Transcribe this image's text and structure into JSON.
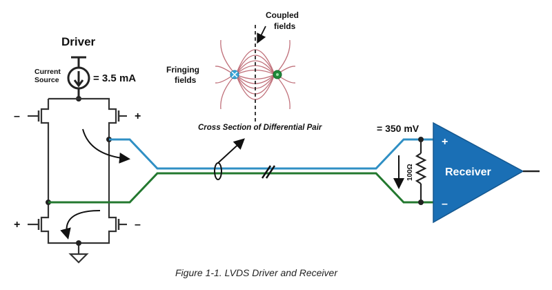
{
  "title": "Figure 1-1. LVDS Driver and Receiver",
  "driver": {
    "label": "Driver",
    "current_source_line1": "Current",
    "current_source_line2": "Source",
    "current_value": "= 3.5 mA",
    "gate_labels": {
      "top_left": "–",
      "top_right": "+",
      "bottom_left": "+",
      "bottom_right": "–"
    }
  },
  "cross_section": {
    "coupled_line1": "Coupled",
    "coupled_line2": "fields",
    "fringing_line1": "Fringing",
    "fringing_line2": "fields",
    "caption": "Cross Section of Differential Pair"
  },
  "receiver": {
    "label": "Receiver",
    "voltage": "= 350 mV",
    "resistor": "100Ω",
    "plus": "+",
    "minus": "–"
  },
  "colors": {
    "positive_line": "#2f8fc4",
    "negative_line": "#23782f",
    "receiver_fill": "#1a6fb5",
    "field_lines": "#c0707a",
    "wire": "#333333"
  }
}
